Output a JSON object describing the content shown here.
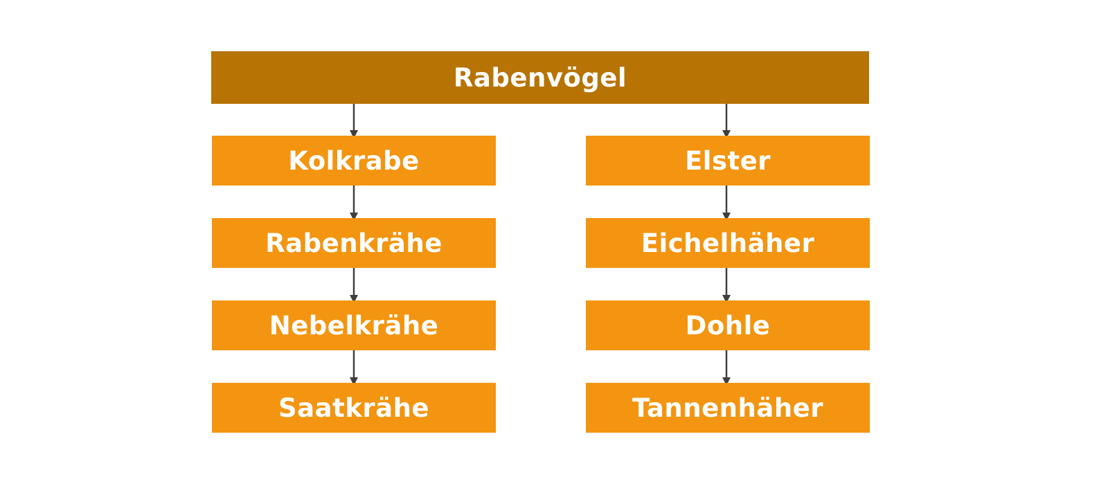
{
  "diagram": {
    "root": {
      "label": "Rabenvögel"
    },
    "branches": [
      {
        "items": [
          "Kolkrabe",
          "Rabenkrähe",
          "Nebelkrähe",
          "Saatkrähe"
        ]
      },
      {
        "items": [
          "Elster",
          "Eichelhäher",
          "Dohle",
          "Tannenhäher"
        ]
      }
    ],
    "colors": {
      "root_fill": "#b87305",
      "node_fill": "#f39510",
      "text": "#ffffff",
      "arrow": "#3f3f3f"
    }
  }
}
